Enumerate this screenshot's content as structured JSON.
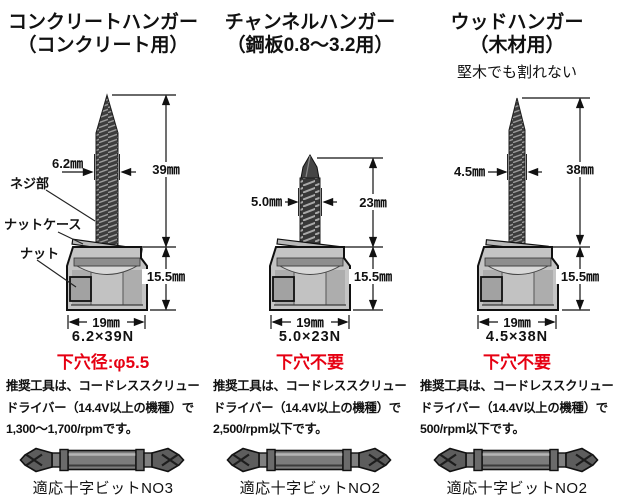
{
  "page": {
    "background": "#ffffff",
    "ink": "#111111",
    "accent_red": "#e60012"
  },
  "columns": [
    {
      "title": "コンクリートハンガー",
      "subtitle": "（コンクリート用）",
      "diameter": "6.2㎜",
      "length": "39㎜",
      "case_height": "15.5㎜",
      "base_width": "19㎜",
      "model": "6.2×39N",
      "pilot_note": "下穴径:φ5.5",
      "tool_line1": "推奨工具は、コードレススクリュー",
      "tool_line2": "ドライバー（14.4V以上の機種）で",
      "tool_line3": "1,300～1,700/rpmです。",
      "bit_caption": "適応十字ビットNO3",
      "labels": {
        "thread": "ネジ部",
        "nut_case": "ナットケース",
        "nut": "ナット"
      }
    },
    {
      "title": "チャンネルハンガー",
      "subtitle": "（鋼板0.8～3.2用）",
      "diameter": "5.0㎜",
      "length": "23㎜",
      "case_height": "15.5㎜",
      "base_width": "19㎜",
      "model": "5.0×23N",
      "pilot_note": "下穴不要",
      "tool_line1": "推奨工具は、コードレススクリュー",
      "tool_line2": "ドライバー（14.4V以上の機種）で",
      "tool_line3": "2,500/rpm以下です。",
      "bit_caption": "適応十字ビットNO2"
    },
    {
      "title": "ウッドハンガー",
      "subtitle": "（木材用）",
      "note": "堅木でも割れない",
      "diameter": "4.5㎜",
      "length": "38㎜",
      "case_height": "15.5㎜",
      "base_width": "19㎜",
      "model": "4.5×38N",
      "pilot_note": "下穴不要",
      "tool_line1": "推奨工具は、コードレススクリュー",
      "tool_line2": "ドライバー（14.4V以上の機種）で",
      "tool_line3": "500/rpm以下です。",
      "bit_caption": "適応十字ビットNO2"
    }
  ]
}
